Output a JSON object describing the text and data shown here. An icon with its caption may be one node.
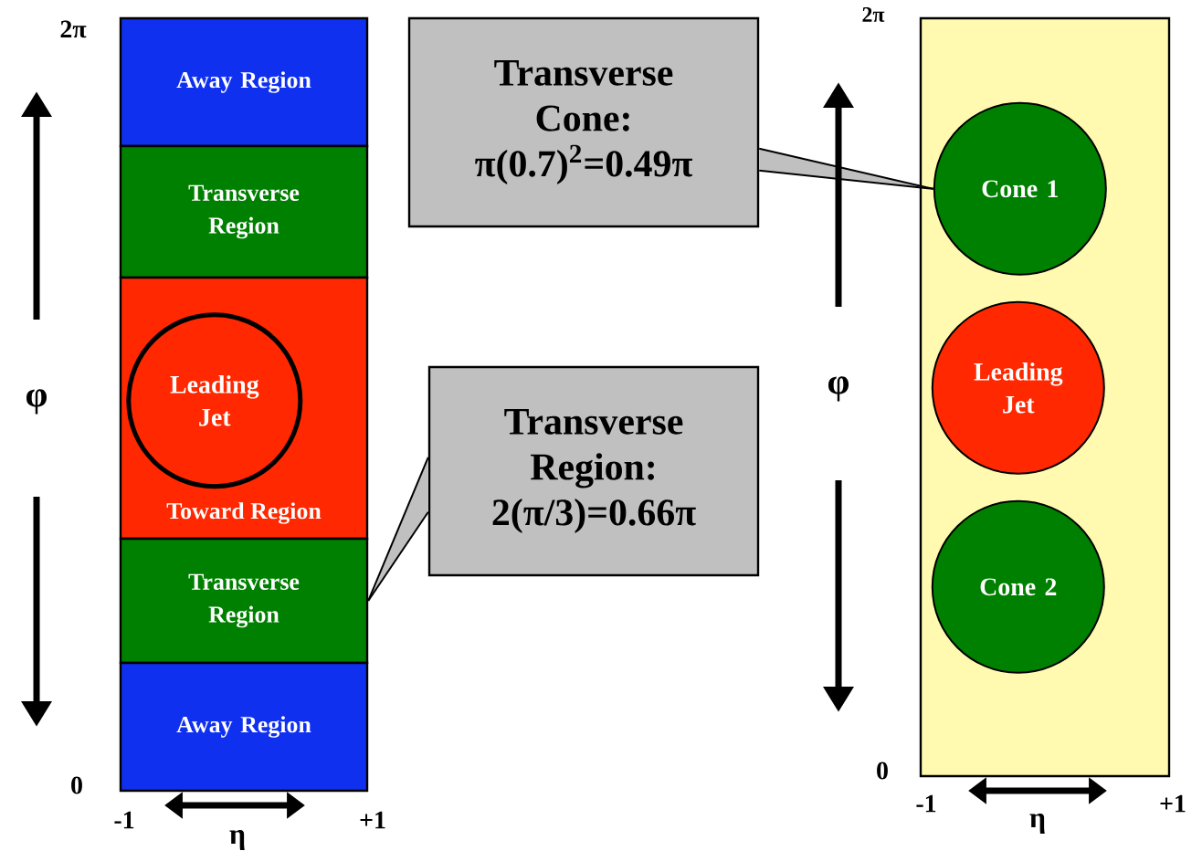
{
  "diagram": {
    "nodes": [
      {
        "text": [
          "Away Region"
        ]
      },
      {
        "text": [
          "Transverse Region"
        ]
      },
      {
        "text": [
          "Toward Region"
        ]
      },
      {
        "text": [
          "Leading Jet"
        ],
        "in": 2
      },
      {
        "text": [
          "Transverse Region"
        ]
      },
      {
        "text": [
          "Away Region"
        ]
      },
      {
        "text": [
          "Transverse Cone:",
          "π(0.7)$^{2}$=0.49π"
        ]
      },
      {
        "text": [
          "Transverse Region:",
          "2(π/3)=0.66π"
        ]
      },
      {
        "text": [],
        "shape": "box"
      },
      {
        "text": [
          "Cone 1"
        ],
        "in": 8
      },
      {
        "text": [
          "Leading Jet"
        ],
        "in": 8
      },
      {
        "text": [
          "Cone 2"
        ],
        "in": 8
      }
    ],
    "edges": [
      {
        "from": 6,
        "to": 9,
        "arrow": "none"
      },
      {
        "from": 7,
        "to": 4,
        "arrow": "none"
      }
    ],
    "labels": [
      "2π",
      "2π",
      "φ",
      "φ",
      "0",
      "-1",
      "+1",
      "η",
      "0",
      "-1",
      "+1",
      "η"
    ]
  }
}
